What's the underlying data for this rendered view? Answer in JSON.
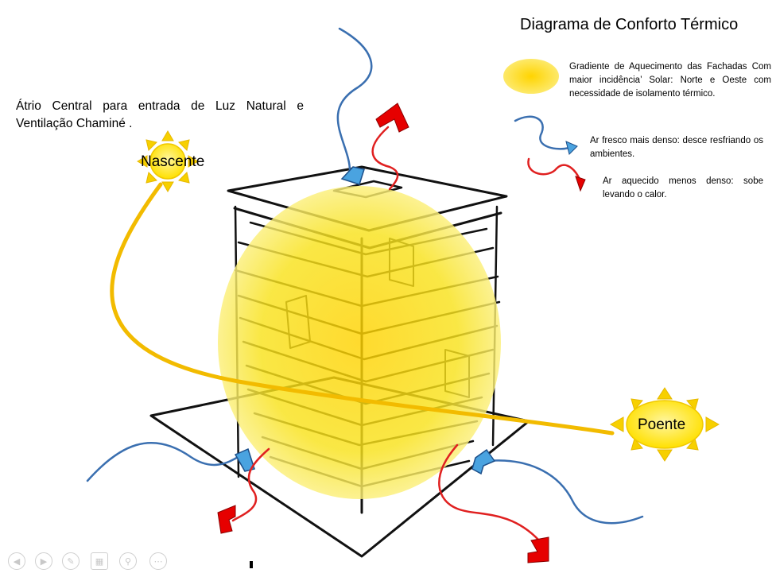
{
  "title": "Diagrama  de Conforto Térmico",
  "atrio_text": "Átrio Central para entrada de Luz Natural e Ventilação Chaminé .",
  "legend": {
    "heat": "Gradiente de Aquecimento das Fachadas Com maior incidência’ Solar: Norte e Oeste com necessidade de isolamento térmico.",
    "cool": "Ar fresco mais denso: desce resfriando os ambientes.",
    "warm": "Ar aquecido menos denso: sobe levando o calor."
  },
  "sunrise_label": "Nascente",
  "sunset_label": "Poente",
  "colors": {
    "sun": "#ffe000",
    "sun_ray": "#f7c200",
    "heat_gradient": "#f8e21c",
    "sun_path": "#f2bb00",
    "cool_air": "#3a6fb0",
    "warm_air": "#e02020",
    "arrow_red": "#e60000",
    "arrow_blue": "#4aa3e0"
  },
  "icons": [
    "previous-icon",
    "next-icon",
    "pen-icon",
    "slides-icon",
    "zoom-icon",
    "more-icon"
  ]
}
